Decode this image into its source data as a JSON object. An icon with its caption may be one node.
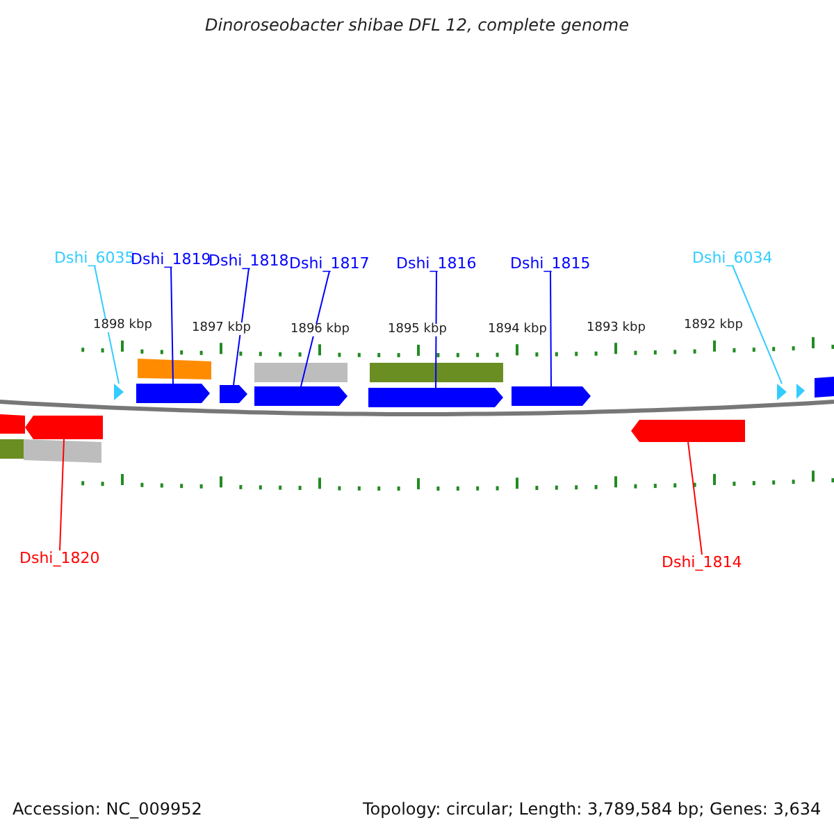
{
  "diagram": {
    "title": "Dinoroseobacter shibae DFL 12, complete genome",
    "nodes": [
      {
        "text": [
          "Dshi_6035"
        ]
      },
      {
        "text": [
          "Dshi_1819"
        ]
      },
      {
        "text": [
          "Dshi_1818"
        ]
      },
      {
        "text": [
          "Dshi_1817"
        ]
      },
      {
        "text": [
          "Dshi_1816"
        ]
      },
      {
        "text": [
          "Dshi_1815"
        ]
      },
      {
        "text": [
          "Dshi_6034"
        ]
      },
      {
        "text": [],
        "shape": "triangle"
      },
      {
        "text": [],
        "shape": "arrow"
      },
      {
        "text": [],
        "shape": "arrow"
      },
      {
        "text": [],
        "shape": "arrow"
      },
      {
        "text": [],
        "shape": "arrow"
      },
      {
        "text": [],
        "shape": "arrow"
      },
      {
        "text": [],
        "shape": "triangle"
      },
      {
        "text": [],
        "shape": "arrow"
      },
      {
        "text": [],
        "shape": "arrow"
      },
      {
        "text": [
          "Dshi_1820"
        ]
      },
      {
        "text": [
          "Dshi_1814"
        ]
      }
    ],
    "edges": [
      {
        "from": 0,
        "to": 7,
        "arrow": "none",
        "color": "#33ccff"
      },
      {
        "from": 1,
        "to": 8,
        "arrow": "none"
      },
      {
        "from": 2,
        "to": 9,
        "arrow": "none"
      },
      {
        "from": 3,
        "to": 10,
        "arrow": "none"
      },
      {
        "from": 4,
        "to": 11,
        "arrow": "none"
      },
      {
        "from": 5,
        "to": 12,
        "arrow": "none"
      },
      {
        "from": 6,
        "to": 13,
        "arrow": "none",
        "color": "#33ccff"
      },
      {
        "from": 16,
        "to": 14,
        "arrow": "none",
        "color": "#ff0000"
      },
      {
        "from": 17,
        "to": 15,
        "arrow": "none",
        "color": "#ff0000"
      }
    ],
    "labels": [
      "1898 kbp",
      "1897 kbp",
      "1896 kbp",
      "1895 kbp",
      "1894 kbp",
      "1893 kbp",
      "1892 kbp",
      "Accession: NC_009952",
      "Topology: circular; Length: 3,789,584 bp; Genes: 3,634"
    ]
  }
}
